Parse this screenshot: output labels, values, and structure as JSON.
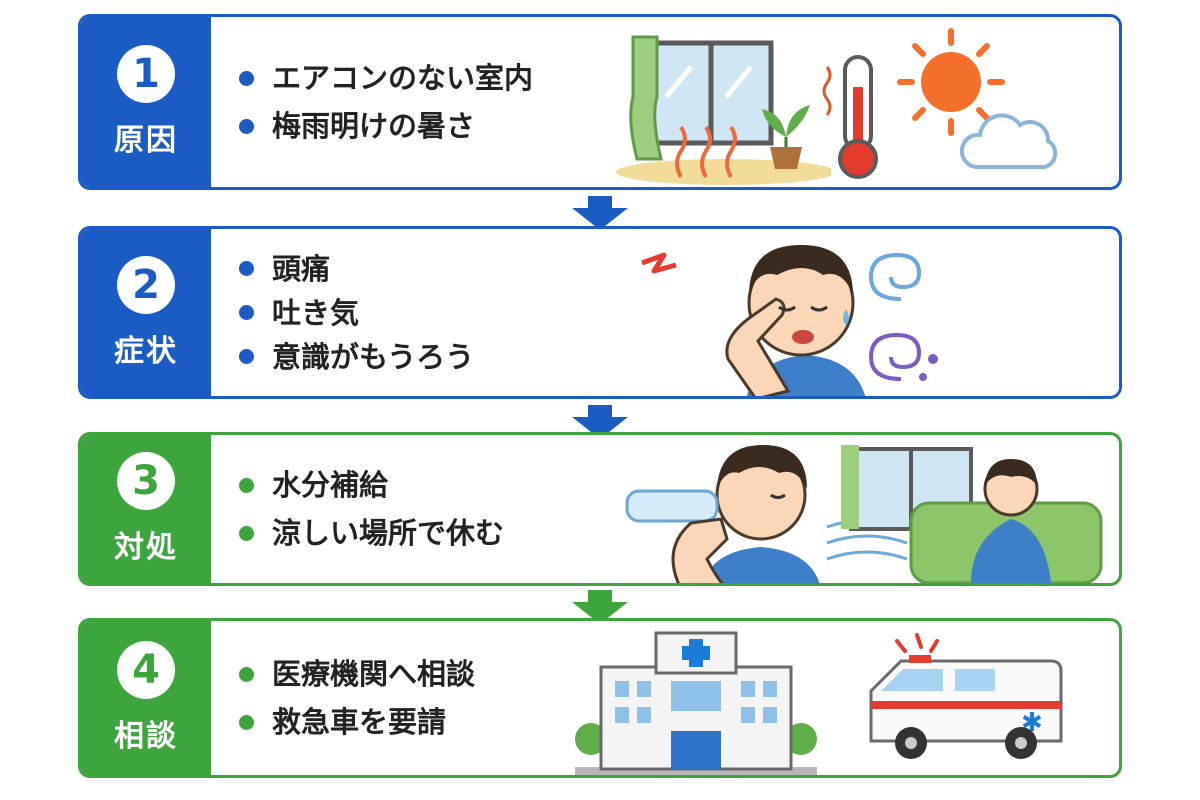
{
  "steps": [
    {
      "number": "1",
      "title": "原因",
      "items": [
        "エアコンのない室内",
        "梅雨明けの暑さ"
      ]
    },
    {
      "number": "2",
      "title": "症状",
      "items": [
        "頭痛",
        "吐き気",
        "意識がもうろう"
      ]
    },
    {
      "number": "3",
      "title": "対処",
      "items": [
        "水分補給",
        "涼しい場所で休む"
      ]
    },
    {
      "number": "4",
      "title": "相談",
      "items": [
        "医療機関へ相談",
        "救急車を要請"
      ]
    }
  ],
  "colors": {
    "blue": "#1a5cc4",
    "green": "#3ca53c"
  },
  "icons": [
    "window-icon",
    "plant-icon",
    "thermometer-icon",
    "sun-icon",
    "cloud-icon",
    "headache-person-icon",
    "dizzy-swirl-icon",
    "drinking-person-icon",
    "resting-person-icon",
    "hospital-icon",
    "ambulance-icon",
    "down-arrow-icon"
  ]
}
